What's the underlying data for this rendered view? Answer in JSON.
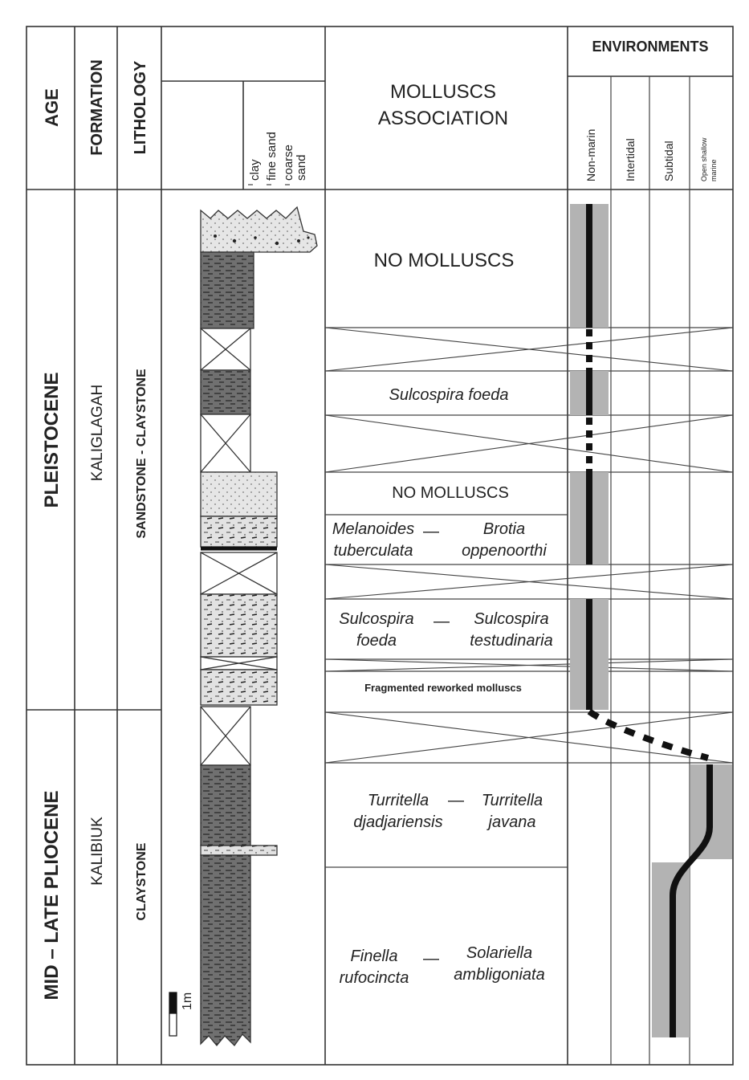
{
  "header": {
    "age": "AGE",
    "formation": "FORMATION",
    "lithology": "LITHOLOGY",
    "grain_sizes": [
      "clay",
      "fine sand",
      "coarse",
      "sand"
    ],
    "molluscs_association": [
      "MOLLUSCS",
      "ASSOCIATION"
    ],
    "environments": "ENVIRONMENTS",
    "environment_columns": [
      "Non-marin",
      "Intertidal",
      "Subtidal",
      "Open shallow",
      "marine"
    ]
  },
  "ages": [
    "PLEISTOCENE",
    "MID – LATE PLIOCENE"
  ],
  "formations": [
    "KALIGLAGAH",
    "KALIBIUK"
  ],
  "lithologies": [
    "SANDSTONE - CLAYSTONE",
    "CLAYSTONE"
  ],
  "scale_label": "1m",
  "molluscs": {
    "no_molluscs_1": "NO MOLLUSCS",
    "sulcospira_foeda": "Sulcospira foeda",
    "no_molluscs_2": "NO MOLLUSCS",
    "melanoides": [
      "Melanoides",
      "tuberculata"
    ],
    "brotia": [
      "Brotia",
      "oppenoorthi"
    ],
    "sulcospira_a": [
      "Sulcospira",
      "foeda"
    ],
    "sulcospira_b": [
      "Sulcospira",
      "testudinaria"
    ],
    "fragmented": "Fragmented reworked molluscs",
    "turritella_a": [
      "Turritella",
      "djadjariensis"
    ],
    "turritella_b": [
      "Turritella",
      "javana"
    ],
    "finella": [
      "Finella",
      "rufocincta"
    ],
    "solariella": [
      "Solariella",
      "ambligoniata"
    ],
    "dash": "—"
  },
  "colors": {
    "line": "#333333",
    "dark_fill": "#6e6e6e",
    "light_fill": "#e4e4e4",
    "env_band": "#b3b3b3",
    "env_line": "#111111"
  }
}
